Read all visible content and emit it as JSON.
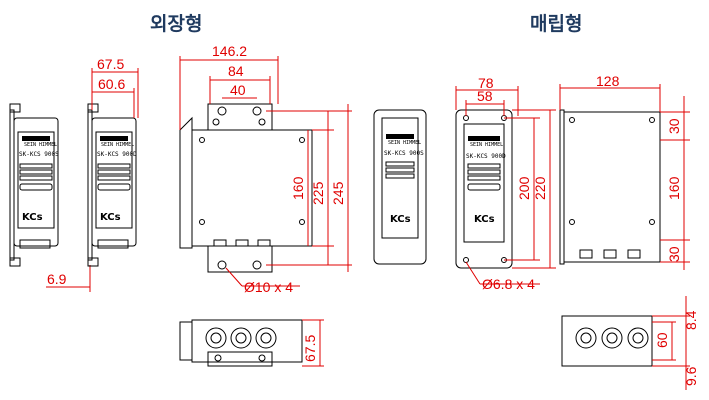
{
  "titles": {
    "external": "외장형",
    "embedded": "매립형"
  },
  "device": {
    "brand": "SEIN HIMMEL",
    "model": "SK-KCS 900S",
    "model_alt": "SK-KCS 900D",
    "cert_mark": "KCs"
  },
  "external_dims": {
    "side_depth": "67.5",
    "side_inner": "60.6",
    "side_bracket": "6.9",
    "front_total_width": "146.2",
    "front_hole_span": "84",
    "front_tab_span": "40",
    "front_h_box": "160",
    "front_h_holes": "225",
    "front_h_total": "245",
    "mount_hole": "Ø10 x 4",
    "bottom_depth": "67.5"
  },
  "embedded_dims": {
    "front_width": "78",
    "front_inner": "58",
    "front_h_inner": "200",
    "front_h_total": "220",
    "side_width": "128",
    "side_top": "30",
    "side_mid": "160",
    "side_bot": "30",
    "mount_hole": "Ø6.8 x 4",
    "bottom_top": "8.4",
    "bottom_mid": "60",
    "bottom_bot": "9.6"
  }
}
